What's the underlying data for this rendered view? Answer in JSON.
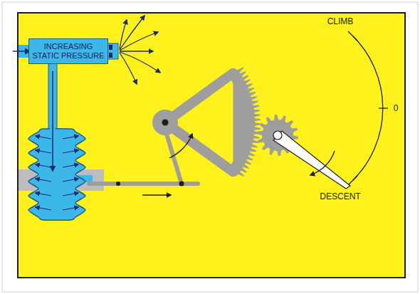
{
  "diagram": {
    "nodes": [
      {
        "text": [
          "INCREASING STATIC PRESSURE"
        ]
      }
    ],
    "labels": [
      "CLIMB",
      "0",
      "DESCENT"
    ]
  }
}
